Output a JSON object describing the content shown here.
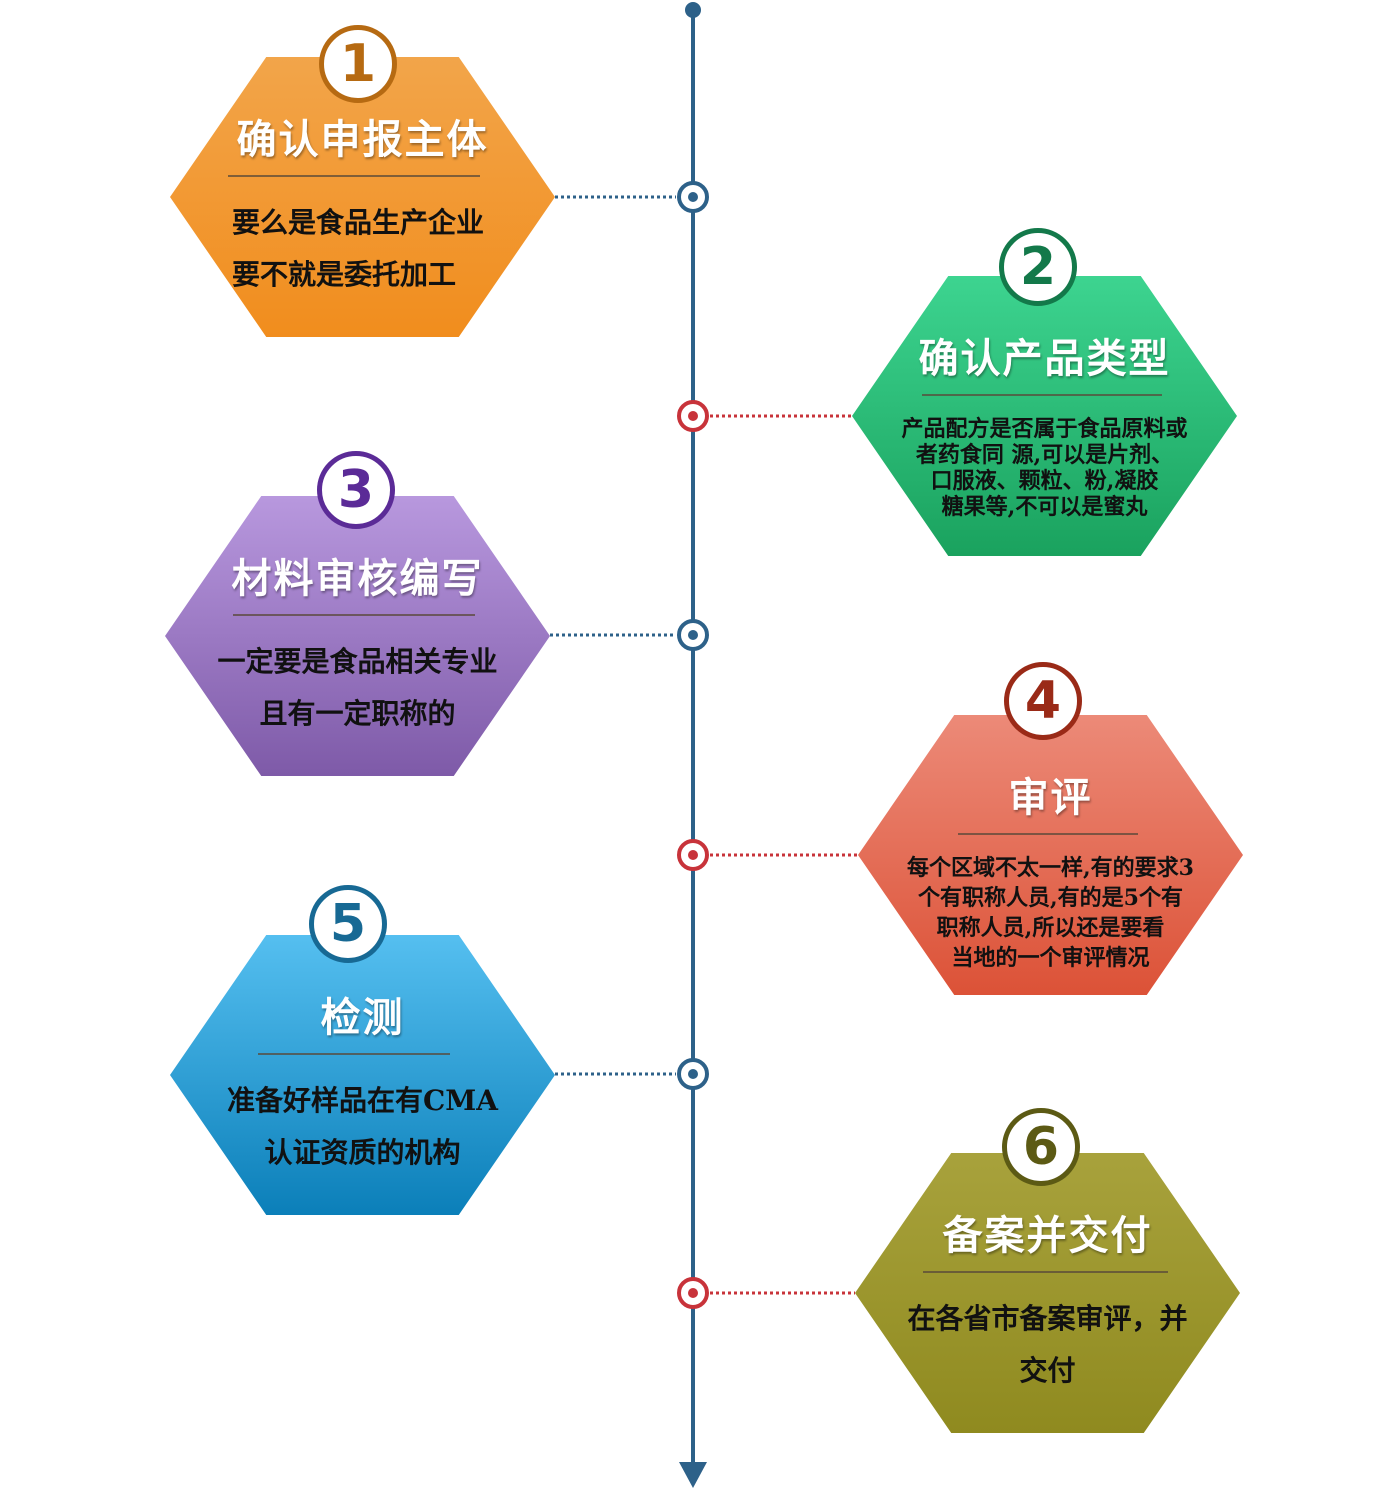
{
  "colors": {
    "axis": "#2d6189",
    "node_blue": "#2d6189",
    "node_red": "#c8333a"
  },
  "steps": [
    {
      "number": "1",
      "title": "确认申报主体",
      "desc_lines": [
        "要么是食品生产企业",
        "要不就是委托加工"
      ],
      "gradient": [
        "#f2a54a",
        "#f18d1d"
      ],
      "number_color": "#b66a12"
    },
    {
      "number": "2",
      "title": "确认产品类型",
      "desc_lines": [
        "产品配方是否属于食品原料或",
        "者药食同 源,可以是片剂、",
        "口服液、颗粒、粉,凝胶",
        "糖果等,不可以是蜜丸"
      ],
      "gradient": [
        "#3dd490",
        "#1aa25e"
      ],
      "number_color": "#13794a"
    },
    {
      "number": "3",
      "title": "材料审核编写",
      "desc_lines": [
        "一定要是食品相关专业",
        "且有一定职称的"
      ],
      "gradient": [
        "#b898de",
        "#7e5aa8"
      ],
      "number_color": "#5b2b97"
    },
    {
      "number": "4",
      "title": "审评",
      "desc_lines": [
        "每个区域不太一样,有的要求3",
        "个有职称人员,有的是5个有",
        "职称人员,所以还是要看",
        "当地的一个审评情况"
      ],
      "gradient": [
        "#ec8a78",
        "#dc5237"
      ],
      "number_color": "#9a2a17"
    },
    {
      "number": "5",
      "title": "检测",
      "desc_lines": [
        "准备好样品在有CMA",
        "认证资质的机构"
      ],
      "gradient": [
        "#55bff0",
        "#0b7fb9"
      ],
      "number_color": "#176994"
    },
    {
      "number": "6",
      "title": "备案并交付",
      "desc_lines": [
        "在各省市备案审评，并",
        "交付"
      ],
      "gradient": [
        "#a8a23c",
        "#8f8a1f"
      ],
      "number_color": "#5c5a14"
    }
  ]
}
